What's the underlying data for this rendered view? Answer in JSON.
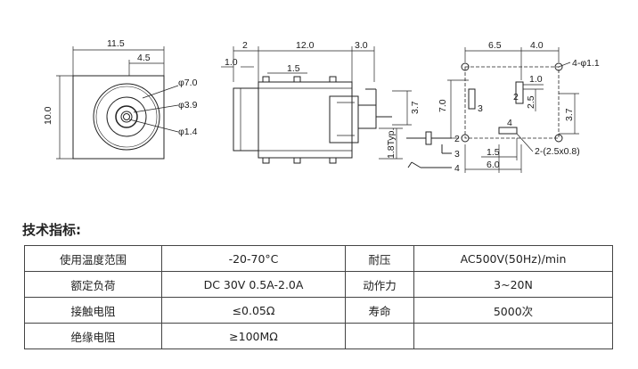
{
  "drawing": {
    "front_view": {
      "dims": [
        "11.5",
        "4.5",
        "10.0",
        "φ7.0",
        "φ3.9",
        "φ1.4"
      ]
    },
    "side_view": {
      "dims": [
        "2",
        "12.0",
        "3.0",
        "1.0",
        "1.5",
        "3.7",
        "1.8Typ."
      ],
      "pin_labels": [
        "2",
        "3",
        "4"
      ]
    },
    "bottom_view": {
      "dims": [
        "6.5",
        "4.0",
        "4-φ1.1",
        "1.0",
        "7.0",
        "2.5",
        "3.7",
        "1.5",
        "6.0",
        "2-(2.5x0.8)"
      ],
      "pin_labels": [
        "3",
        "4",
        "2"
      ]
    }
  },
  "spec": {
    "title": "技术指标:",
    "rows": [
      [
        "使用温度范围",
        "-20-70°C",
        "耐压",
        "AC500V(50Hz)/min"
      ],
      [
        "额定负荷",
        "DC 30V 0.5A-2.0A",
        "动作力",
        "3~20N"
      ],
      [
        "接触电阻",
        "≤0.05Ω",
        "寿命",
        "5000次"
      ],
      [
        "绝缘电阻",
        "≥100MΩ",
        "",
        ""
      ]
    ]
  }
}
